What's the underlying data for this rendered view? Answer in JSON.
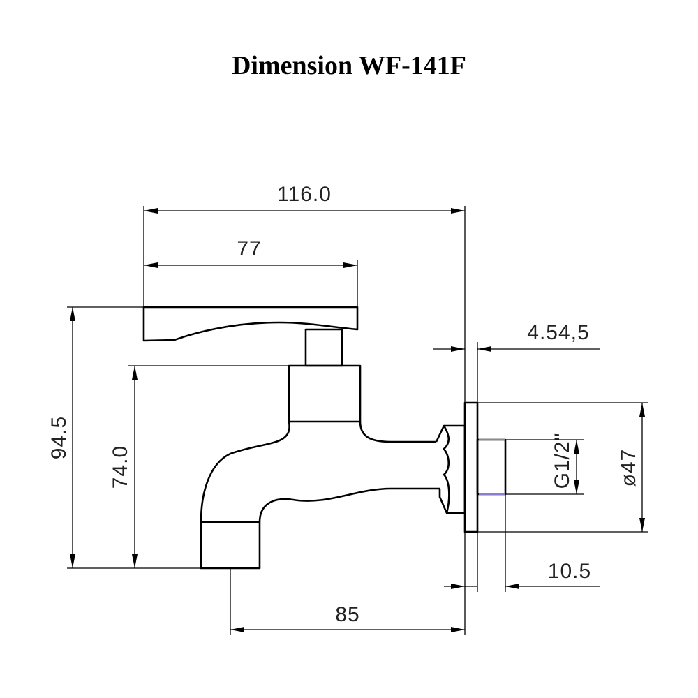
{
  "title": "Dimension WF-141F",
  "dimensions": {
    "overall_width": "116.0",
    "handle_length": "77",
    "overall_height": "94.5",
    "spout_height": "74.0",
    "flange_thickness": "4.54,5",
    "flange_diameter": "ø47",
    "thread_size": "G1/2\"",
    "thread_length": "10.5",
    "spout_reach": "85"
  },
  "colors": {
    "line": "#000000",
    "thread_marker": "#8a7fd0"
  }
}
